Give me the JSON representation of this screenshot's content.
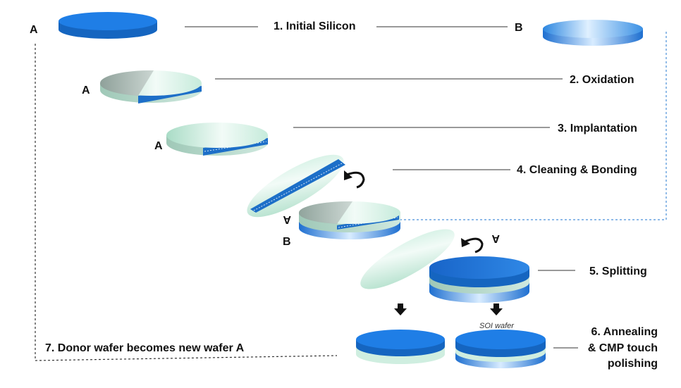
{
  "steps": {
    "s1": "1. Initial Silicon",
    "s2": "2. Oxidation",
    "s3": "3. Implantation",
    "s4": "4. Cleaning & Bonding",
    "s5": "5. Splitting",
    "s6": [
      "6. Annealing",
      "& CMP touch",
      "polishing"
    ],
    "s7": "7. Donor wafer becomes new wafer A"
  },
  "labels": {
    "wafer_a": "A",
    "wafer_b": "B",
    "wafer_a_flipped": "A",
    "soi": "SOI wafer"
  },
  "colors": {
    "silicon": "#1f77e0",
    "oxide": "#cfeee0",
    "dashed_a": "#333333",
    "dashed_b": "#4a90d9"
  }
}
